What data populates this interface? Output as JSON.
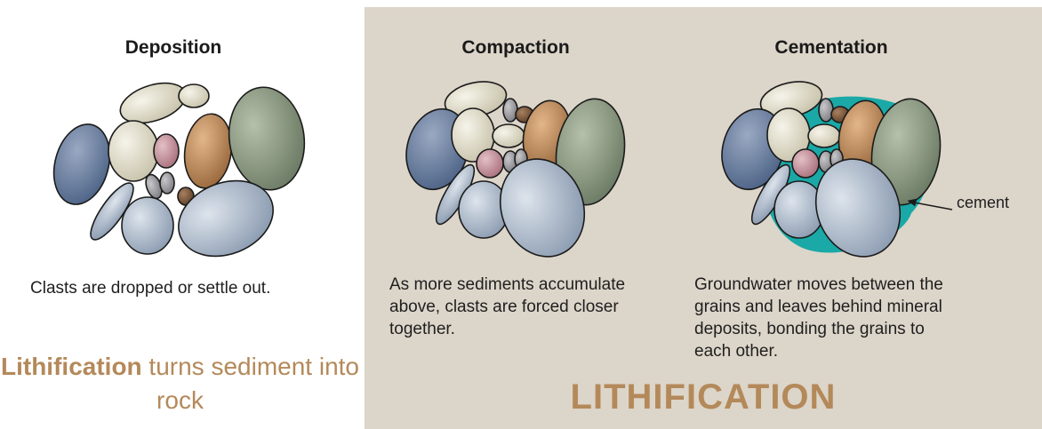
{
  "deposition": {
    "title": "Deposition",
    "caption": "Clasts are dropped or settle out."
  },
  "compaction": {
    "title": "Compaction",
    "caption": "As more sediments accumulate above, clasts are forced closer together."
  },
  "cementation": {
    "title": "Cementation",
    "caption": "Groundwater moves between the grains and leaves behind mineral deposits, bonding the grains to each other.",
    "pointer_label": "cement"
  },
  "summary": {
    "strong": "Lithification",
    "rest": " turns sediment into rock"
  },
  "banner": "LITHIFICATION",
  "colors": {
    "panel_background": "#dcd5c9",
    "title_accent": "#b4895a",
    "cement": "#1aa9a6",
    "clast_blue": "#6f83a3",
    "clast_tan": "#c89163",
    "clast_green": "#8f9c84",
    "clast_pink": "#c998a2",
    "clast_cream": "#e4e1d2",
    "clast_light_blue": "#b7c3d1"
  }
}
